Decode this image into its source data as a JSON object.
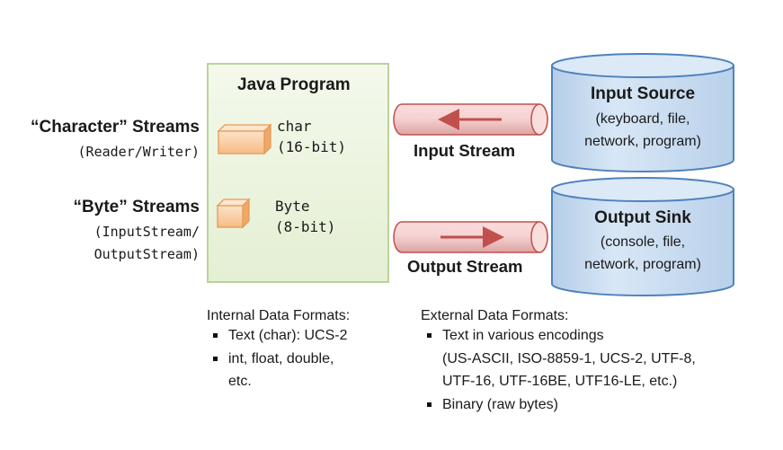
{
  "left": {
    "char_streams_title": "“Character” Streams",
    "char_streams_sub": "(Reader/Writer)",
    "byte_streams_title": "“Byte” Streams",
    "byte_streams_sub1": "(InputStream/",
    "byte_streams_sub2": "OutputStream)"
  },
  "program": {
    "title": "Java Program",
    "char_label": "char\n(16-bit)",
    "byte_label": "Byte\n(8-bit)"
  },
  "streams": {
    "input_label": "Input Stream",
    "output_label": "Output Stream"
  },
  "input_source": {
    "title": "Input Source",
    "line1": "(keyboard, file,",
    "line2": "network, program)"
  },
  "output_sink": {
    "title": "Output Sink",
    "line1": "(console, file,",
    "line2": "network, program)"
  },
  "internal_formats": {
    "title": "Internal Data Formats:",
    "item1": "Text (char):  UCS-2",
    "item2_line1": "int, float, double,",
    "item2_line2": "etc."
  },
  "external_formats": {
    "title": "External Data Formats:",
    "item1_line1": "Text in various encodings",
    "item1_line2": "(US-ASCII, ISO-8859-1, UCS-2, UTF-8,",
    "item1_line3": "UTF-16, UTF-16BE, UTF16-LE, etc.)",
    "item2": "Binary (raw bytes)"
  },
  "colors": {
    "program_fill": "#eef5e3",
    "program_border": "#b9d39a",
    "box_fill": "#fbd2ad",
    "box_border": "#e39b57",
    "pipe_fill": "#f4c6c6",
    "pipe_border": "#c0504d",
    "arrow": "#c0504d",
    "cylinder_fill": "#c9ddf0",
    "cylinder_border": "#4f81bd"
  }
}
